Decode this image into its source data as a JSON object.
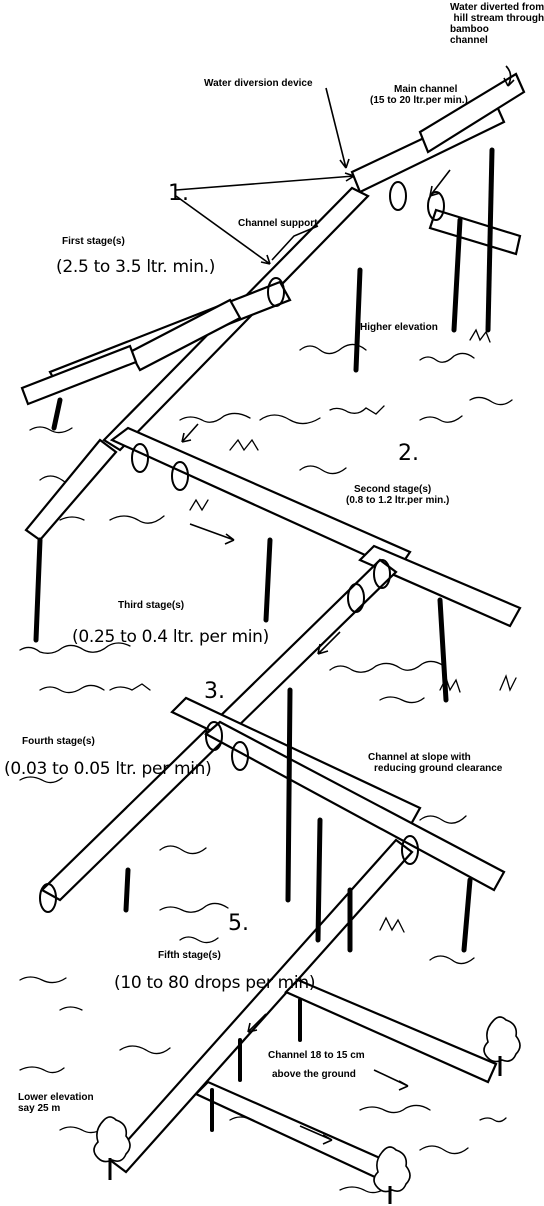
{
  "labels": {
    "water_source": [
      "Water diverted from",
      "hill stream through",
      "bamboo",
      "channel"
    ],
    "water_diversion_device": "Water diversion device",
    "main_channel": [
      "Main channel",
      "(15 to 20 ltr.per min.)"
    ],
    "marker_1": "1.",
    "channel_support": "Channel support",
    "first_stage": "First stage(s)",
    "first_stage_rate": "(2.5 to 3.5 ltr. min.)",
    "higher_elevation": "Higher elevation",
    "marker_2": "2.",
    "second_stage": [
      "Second stage(s)",
      "(0.8 to 1.2 ltr.per min.)"
    ],
    "third_stage": "Third stage(s)",
    "third_stage_rate": "(0.25 to 0.4 ltr. per min)",
    "marker_3": "3.",
    "fourth_stage": "Fourth stage(s)",
    "fourth_stage_rate": "(0.03 to 0.05 ltr. per min)",
    "channel_slope": [
      "Channel at slope with",
      "reducing ground clearance"
    ],
    "marker_5": "5.",
    "fifth_stage": "Fifth stage(s)",
    "fifth_stage_rate": "(10 to 80 drops per min)",
    "channel_height": [
      "Channel 18 to 15 cm",
      "above the ground"
    ],
    "lower_elevation": [
      "Lower elevation",
      "say 25 m"
    ]
  }
}
